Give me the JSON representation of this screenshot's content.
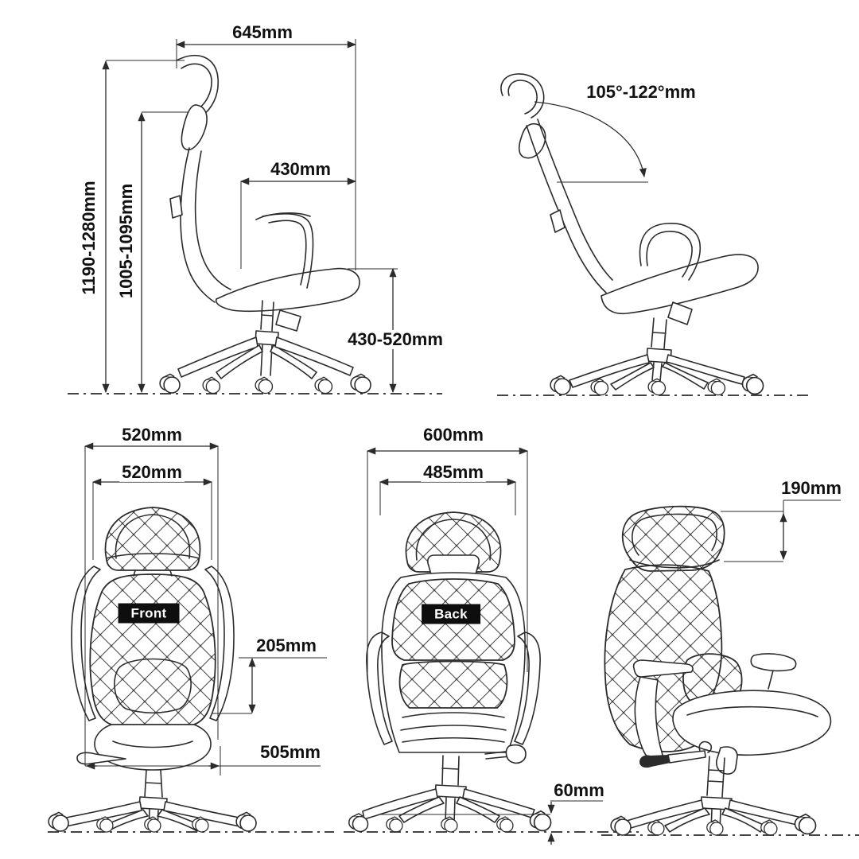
{
  "views": {
    "side": {
      "dim_headrest_width": "645mm",
      "dim_overall_height": "1190-1280mm",
      "dim_back_height": "1005-1095mm",
      "dim_seat_depth": "430mm",
      "dim_seat_height": "430-520mm"
    },
    "recline": {
      "dim_recline_range": "105°-122°mm"
    },
    "front": {
      "tag": "Front",
      "dim_outer_width": "520mm",
      "dim_backrest_width": "520mm",
      "dim_lumbar_height": "205mm",
      "dim_seat_width": "505mm"
    },
    "back": {
      "tag": "Back",
      "dim_outer_width": "600mm",
      "dim_backrest_width": "485mm",
      "dim_caster_height": "60mm"
    },
    "perspective": {
      "dim_headrest_height": "190mm"
    }
  },
  "colors": {
    "background": "#ffffff",
    "line": "#2b2b2b",
    "mesh_line": "#454545",
    "text": "#111111",
    "tag_bg": "#0e0e0e",
    "tag_text": "#ffffff"
  }
}
